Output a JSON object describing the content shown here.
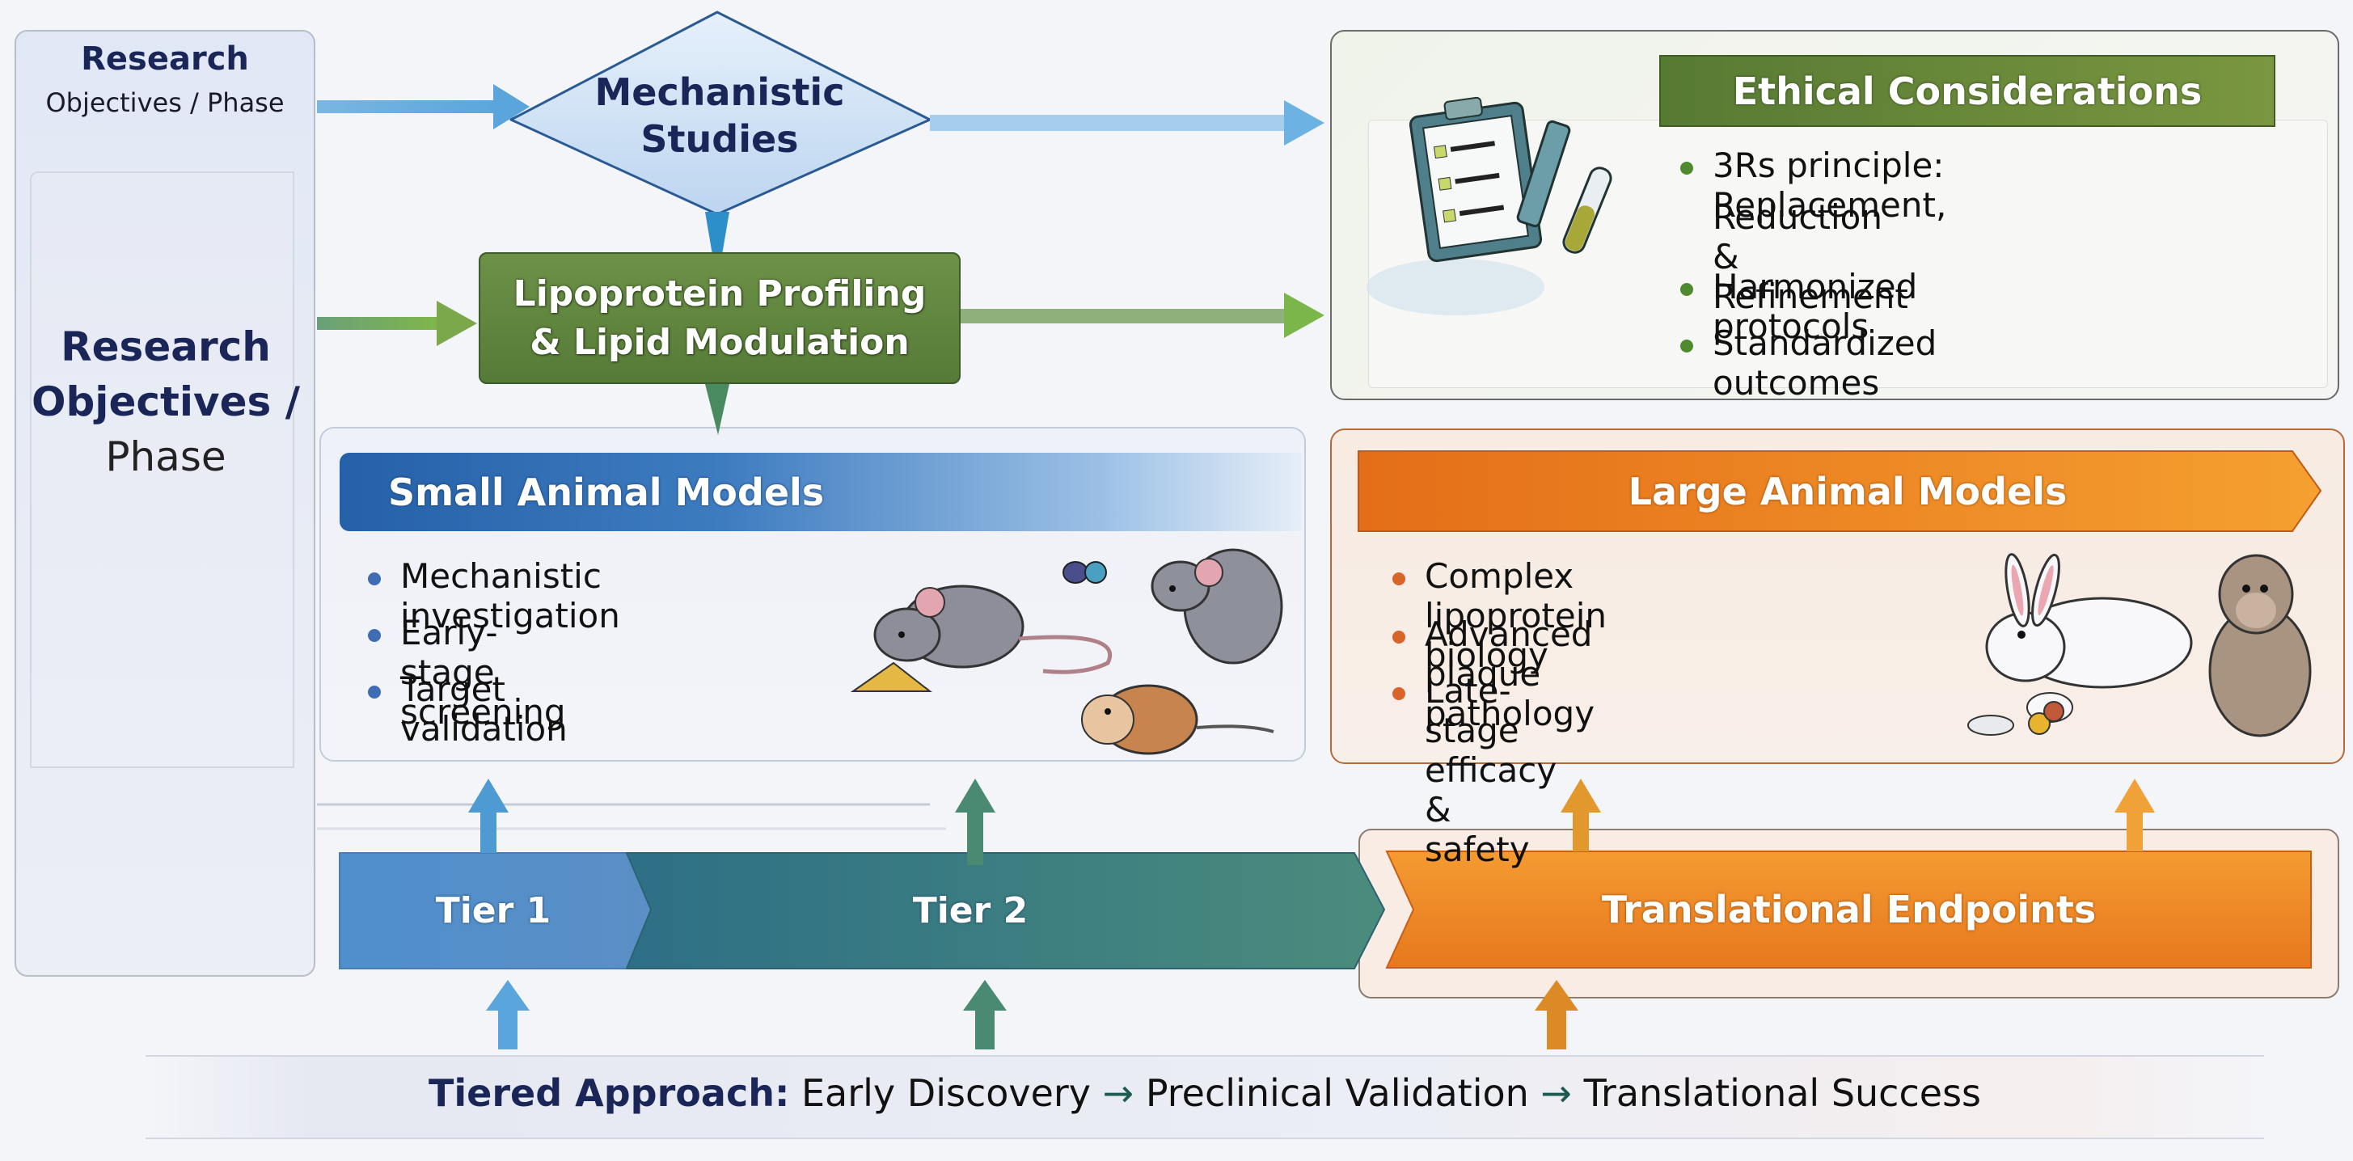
{
  "left_column": {
    "top_title": "Research",
    "top_subtitle": "Objectives / Phase",
    "big_title_line1": "Research",
    "big_title_line2": "Objectives /",
    "big_title_line3": "Phase"
  },
  "mechanistic": {
    "line1": "Mechanistic",
    "line2": "Studies"
  },
  "lipoprotein": {
    "line1": "Lipoprotein Profiling",
    "line2": "& Lipid Modulation"
  },
  "ethical": {
    "title": "Ethical Considerations",
    "icon": "clipboard-test-tube-icon",
    "bullets": [
      "3Rs principle: Replacement,",
      "Reduction & Refinement",
      "Harmonized protocols",
      "Standardized outcomes"
    ]
  },
  "small_animals": {
    "title": "Small Animal Models",
    "bullets": [
      "Mechanistic investigation",
      "Early-stage screening",
      "Target validation"
    ],
    "illustration": "mice-rat-hamster-cheese-pills"
  },
  "large_animals": {
    "title": "Large Animal Models",
    "bullets": [
      "Complex lipoprotein biology",
      "Advanced plaque pathology",
      "Late-stage efficacy & safety"
    ],
    "illustration": "rabbit-monkey-pills"
  },
  "tiers": {
    "tier1": "Tier 1",
    "tier2": "Tier 2",
    "translational": "Translational Endpoints"
  },
  "banner": {
    "label": "Tiered Approach:",
    "step1": "Early Discovery",
    "arrow": "→",
    "step2": "Preclinical Validation",
    "step3": "Translational Success"
  },
  "colors": {
    "navy": "#1b2658",
    "blue": "#3e7cc0",
    "green": "#5f8a3d",
    "teal": "#2f7584",
    "orange": "#e7781e",
    "bullet_blue": "#3e6db4",
    "bullet_green": "#4f8a2e",
    "bullet_orange": "#d9642a"
  }
}
